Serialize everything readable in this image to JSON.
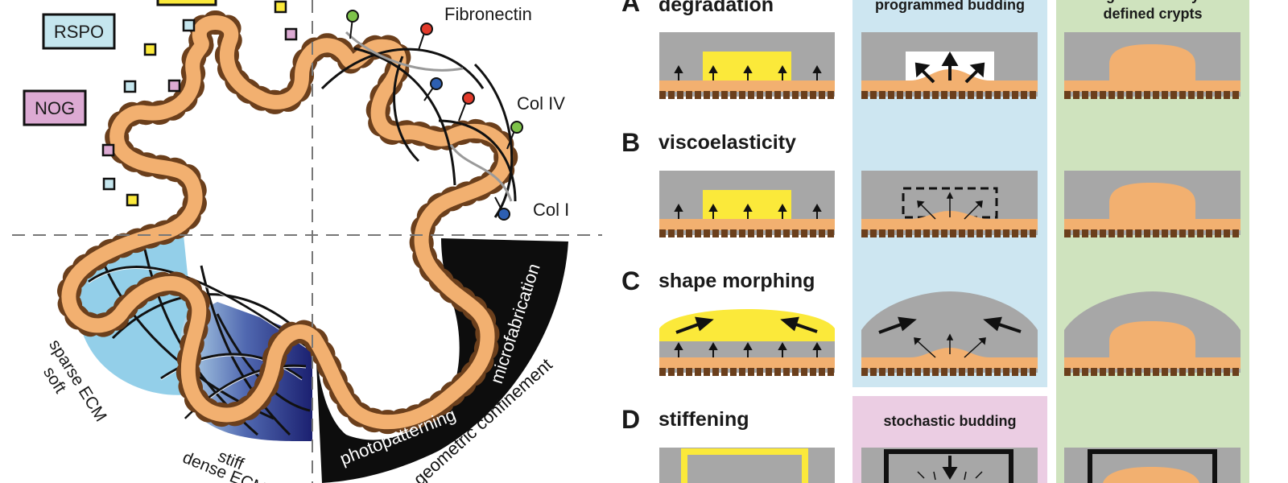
{
  "left": {
    "factors": {
      "rspo": "RSPO",
      "nog": "NOG"
    },
    "ecm_proteins": {
      "fibronectin": "Fibronectin",
      "col_iv": "Col IV",
      "col_i": "Col I"
    },
    "soft_label": [
      "soft",
      "sparse ECM"
    ],
    "stiff_label": [
      "stiff",
      "dense ECM"
    ],
    "wedge": {
      "microfabrication": "microfabrication",
      "photopatterning": "photopatterning",
      "geometric_confinement": "geometric confinement"
    }
  },
  "right": {
    "column_headers": {
      "programmed": "programmed budding",
      "geometric": [
        "geometrically",
        "defined crypts"
      ]
    },
    "rows": [
      {
        "letter": "A",
        "title": "degradation"
      },
      {
        "letter": "B",
        "title": "viscoelasticity"
      },
      {
        "letter": "C",
        "title": "shape morphing"
      },
      {
        "letter": "D",
        "title": "stiffening"
      }
    ],
    "stochastic_header": "stochastic budding"
  },
  "colors": {
    "cell": "#f2b070",
    "cell_bump": "#6b3f1c",
    "hydrogel": "#a7a7a7",
    "yellow": "#fbe93a",
    "light_blue_bg": "#cde6f1",
    "green_bg": "#cfe3be",
    "pink_bg": "#ebcde3",
    "rspo_box": "#c5e6ee",
    "nog_box": "#dcaad3",
    "soft_ecm": "#93cfe9",
    "stiff_ecm": "#2a2f7f",
    "green_ligand": "#7ec34a",
    "red_ligand": "#e23a2a",
    "blue_ligand": "#2d5fb2"
  }
}
